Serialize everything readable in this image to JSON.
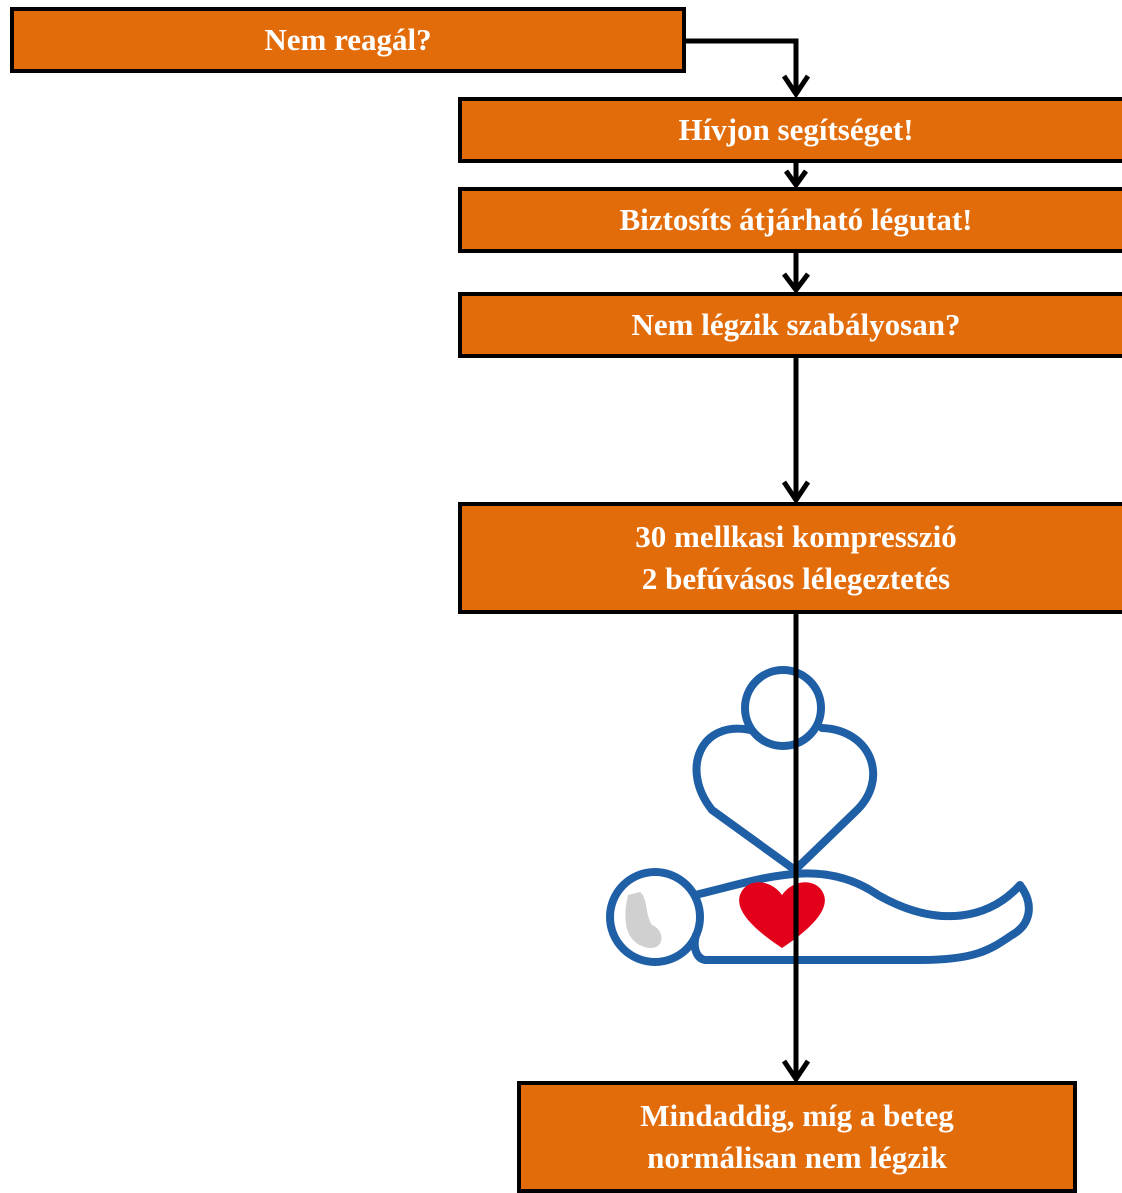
{
  "flowchart": {
    "steps": [
      {
        "lines": [
          "Nem reagál?"
        ]
      },
      {
        "lines": [
          "Hívjon segítséget!"
        ]
      },
      {
        "lines": [
          "Biztosíts átjárható légutat!"
        ]
      },
      {
        "lines": [
          "Nem légzik szabályosan?"
        ]
      },
      {
        "lines": [
          "30 mellkasi kompresszió",
          "2 befúvásos lélegeztetés"
        ]
      },
      {
        "lines": [
          "Mindaddig, míg a beteg",
          "normálisan nem légzik"
        ]
      }
    ]
  },
  "colors": {
    "box_fill": "#e36c0a",
    "box_border": "#000000",
    "box_text": "#ffffff",
    "illustration_outline": "#1f5fa6",
    "heart": "#e2001a",
    "head_shading": "#d0d0d0"
  },
  "icons": {
    "cpr_illustration": "cpr-illustration-icon",
    "heart": "heart-icon"
  }
}
